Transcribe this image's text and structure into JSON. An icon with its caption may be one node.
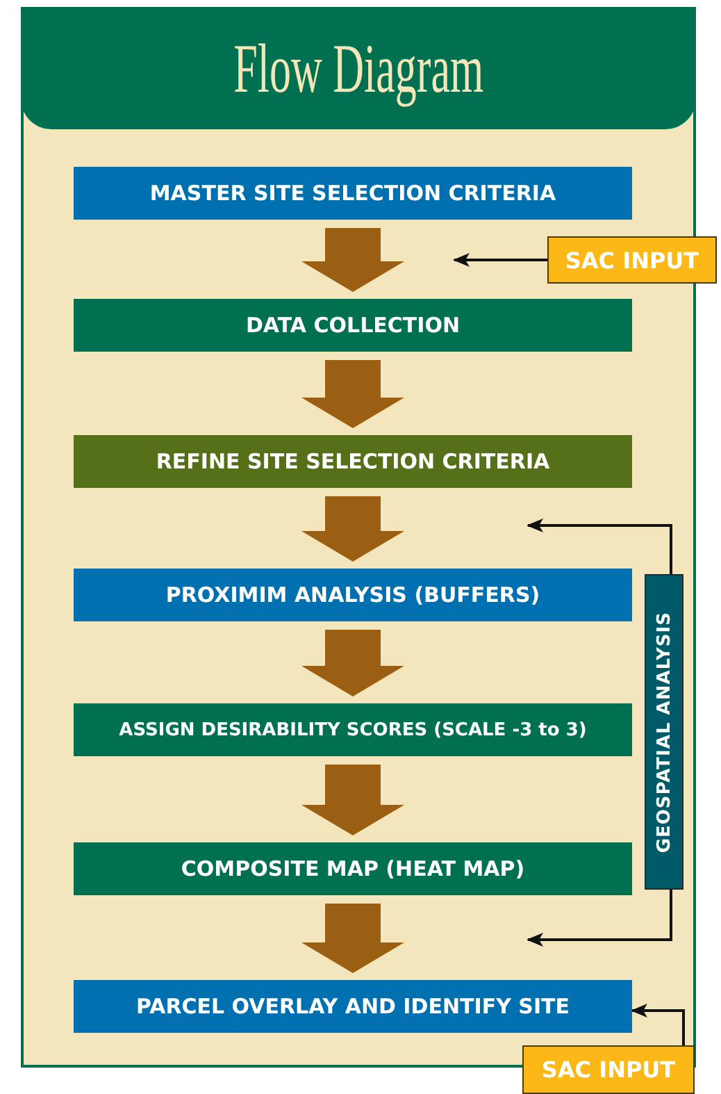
{
  "diagram": {
    "title": "Flow Diagram",
    "nodes": [
      {
        "text": [
          "MASTER SITE SELECTION CRITERIA"
        ]
      },
      {
        "text": [
          "DATA COLLECTION"
        ]
      },
      {
        "text": [
          "REFINE SITE SELECTION CRITERIA"
        ]
      },
      {
        "text": [
          "PROXIMIM ANALYSIS (BUFFERS)"
        ]
      },
      {
        "text": [
          "ASSIGN DESIRABILITY SCORES (SCALE -3 to 3)"
        ]
      },
      {
        "text": [
          "COMPOSITE MAP (HEAT MAP)"
        ]
      },
      {
        "text": [
          "PARCEL OVERLAY AND IDENTIFY SITE"
        ]
      },
      {
        "text": [
          "SAC INPUT"
        ]
      },
      {
        "text": [
          "GEOSPATIAL ANALYSIS"
        ]
      },
      {
        "text": [
          "SAC INPUT"
        ]
      }
    ],
    "edges": [
      {
        "from": 0,
        "to": 1,
        "arrow": "to",
        "style": "thick",
        "color": "#9a5f12"
      },
      {
        "from": 1,
        "to": 2,
        "arrow": "to",
        "style": "thick",
        "color": "#9a5f12"
      },
      {
        "from": 2,
        "to": 3,
        "arrow": "to",
        "style": "thick",
        "color": "#9a5f12"
      },
      {
        "from": 3,
        "to": 4,
        "arrow": "to",
        "style": "thick",
        "color": "#9a5f12"
      },
      {
        "from": 4,
        "to": 5,
        "arrow": "to",
        "style": "thick",
        "color": "#9a5f12"
      },
      {
        "from": 5,
        "to": 6,
        "arrow": "to",
        "style": "thick",
        "color": "#9a5f12"
      },
      {
        "from": 7,
        "to": 1,
        "arrow": "to"
      },
      {
        "from": 8,
        "to": 2,
        "arrow": "to"
      },
      {
        "from": 8,
        "to": null,
        "arrow": "to"
      },
      {
        "from": 9,
        "to": 6,
        "arrow": "to"
      }
    ]
  }
}
